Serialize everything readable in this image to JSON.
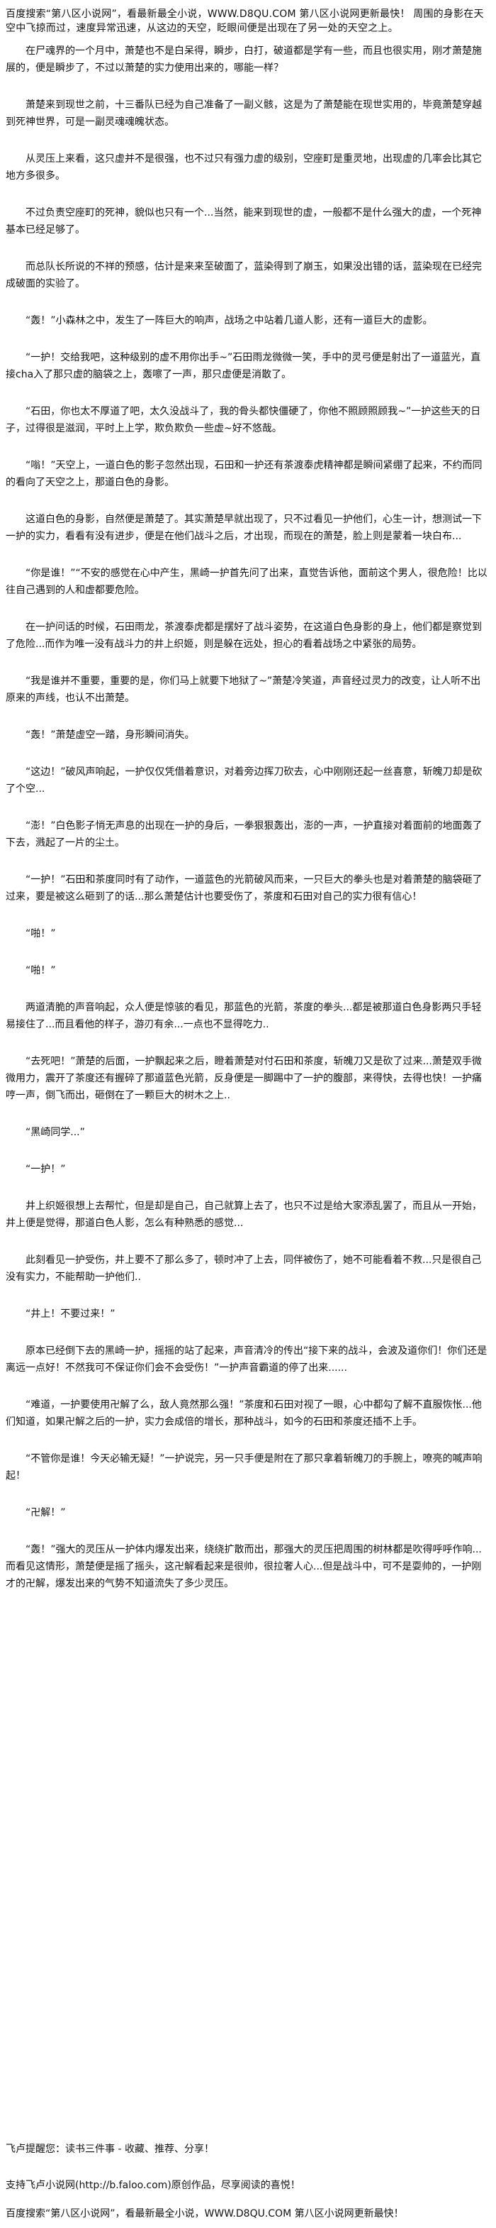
{
  "header": {
    "banner": "百度搜索“第八区小说网”，看最新最全小说，WWW.D8QU.COM 第八区小说网更新最快！"
  },
  "intro_line": "周围的身影在天空中飞掠而过，速度异常迅速，从这边的天空，眨眼间便是出现在了另一处的天空之上。",
  "paragraphs": [
    "在尸魂界的一个月中，萧楚也不是白呆得，瞬步，白打，破道都是学有一些，而且也很实用，刚才萧楚施展的，便是瞬步了，不过以萧楚的实力使用出来的，哪能一样？",
    "萧楚来到现世之前，十三番队已经为自己准备了一副义骸，这是为了萧楚能在现世实用的，毕竟萧楚穿越到死神世界，可是一副灵魂魂魄状态。",
    "从灵压上来看，这只虚并不是很强，也不过只有强力虚的级别，空座町是重灵地，出现虚的几率会比其它地方多很多。",
    "不过负责空座町的死神，貌似也只有一个...当然，能来到现世的虚，一般都不是什么强大的虚，一个死神基本已经足够了。",
    "而总队长所说的不祥的预感，估计是来来至破面了，蓝染得到了崩玉，如果没出错的话，蓝染现在已经完成破面的实验了。",
    "“轰！”小森林之中，发生了一阵巨大的响声，战场之中站着几道人影，还有一道巨大的虚影。",
    "“一护！交给我吧，这种级别的虚不用你出手~”石田雨龙微微一笑，手中的灵弓便是射出了一道蓝光，直接cha入了那只虚的脑袋之上，轰嚓了一声，那只虚便是消散了。",
    "“石田，你也太不厚道了吧，太久没战斗了，我的骨头都快僵硬了，你他不照顾照顾我~”一护这些天的日子，过得很是滋润，平时上上学，欺负欺负一些虚~好不悠哉。",
    "“嗡！”天空上，一道白色的影子忽然出现，石田和一护还有茶渡泰虎精神都是瞬间紧绷了起来，不约而同的看向了天空之上，那道白色的身影。",
    "这道白色的身影，自然便是萧楚了。其实萧楚早就出现了，只不过看见一护他们，心生一计，想测试一下一护的实力，看看有没有进步，便是在他们战斗之后，才出现，而现在的萧楚，脸上则是蒙着一块白布...",
    "“你是谁！”“不安的感觉在心中产生，黑崎一护首先问了出来，直觉告诉他，面前这个男人，很危险！比以往自己遇到的人和虚都要危险。",
    "在一护问话的时候，石田雨龙，茶渡泰虎都是摆好了战斗姿势，在这道白色身影的身上，他们都是察觉到了危险...而作为唯一没有战斗力的井上织姬，则是躲在远处，担心的看着战场之中紧张的局势。",
    "“我是谁并不重要，重要的是，你们马上就要下地狱了~”萧楚冷笑道，声音经过灵力的改变，让人听不出原来的声线，也认不出萧楚。",
    "“轰！”萧楚虚空一踏，身形瞬间消失。",
    "“这边！”破风声响起，一护仅仅凭借着意识，对着旁边挥刀砍去，心中刚刚还起一丝喜意，斩魄刀却是砍了个空...",
    "“澎！”白色影子悄无声息的出现在一护的身后，一拳狠狠轰出，澎的一声，一护直接对着面前的地面轰了下去，溅起了一片的尘土。",
    "“一护！”石田和茶度同时有了动作，一道蓝色的光箭破风而来，一只巨大的拳头也是对着萧楚的脑袋砸了过来，要是被这么砸到了的话...那么萧楚估计也要受伤了，茶度和石田对自己的实力很有信心！",
    "“啪！”",
    "“啪！”",
    "两道清脆的声音响起，众人便是惊骇的看见，那蓝色的光箭，茶度的拳头...都是被那道白色身影两只手轻易接住了...而且看他的样子，游刃有余...一点也不显得吃力..",
    "“去死吧！”萧楚的后面，一护飘起来之后，瞪着萧楚对付石田和茶度，斩魄刀又是砍了过来...萧楚双手微微用力，震开了茶度还有握碎了那道蓝色光箭，反身便是一脚踢中了一护的腹部，来得快，去得也快！一护痛哼一声，倒飞而出，砸倒在了一颗巨大的树木之上..",
    "“黑崎同学...”",
    "“一护！”",
    "井上织姬很想上去帮忙，但是却是自己，自己就算上去了，也只不过是给大家添乱罢了，而且从一开始，井上便是觉得，那道白色人影，怎么有种熟悉的感觉...",
    "此刻看见一护受伤，井上要不了那么多了，顿时冲了上去，同伴被伤了，她不可能看着不救...只是很自己没有实力，不能帮助一护他们..",
    "“井上！不要过来！”",
    "原本已经倒下去的黑崎一护，摇摇的站了起来，声音清冷的传出“接下来的战斗，会波及道你们！你们还是离远一点好！不然我可不保证你们会不会受伤！”一护声音霸道的停了出来......",
    "“难道，一护要使用卍解了么，敌人竟然那么强！”茶度和石田对视了一眼，心中都勾了解不直服恢怅...他们知道，如果卍解之后的一护，实力会成倍的增长，那种战斗，如今的石田和茶度还插不上手。",
    "“不管你是谁！今天必输无疑！”一护说完，另一只手便是附在了那只拿着斩魄刀的手腕上，嘹亮的喊声响起！",
    "“卍解！”",
    "“轰！”强大的灵压从一护体内爆发出来，绕绕扩散而出，那强大的灵压把周围的树林都是吹得呼呼作响...而看见这情形，萧楚便是摇了摇头，这卍解看起来是很帅，很拉奢人心...但是战斗中，可不是耍帅的，一护刚才的卍解，爆发出来的气势不知道流失了多少灵压。"
  ],
  "footer": {
    "note": "飞卢提醒您：读书三件事 - 收藏、推荐、分享！",
    "support": "支持飞卢小说网(http://b.faloo.com)原创作品，尽享阅读的喜悦！",
    "bottom_banner": "百度搜索“第八区小说网”，看最新最全小说，WWW.D8QU.COM 第八区小说网更新最快！"
  }
}
